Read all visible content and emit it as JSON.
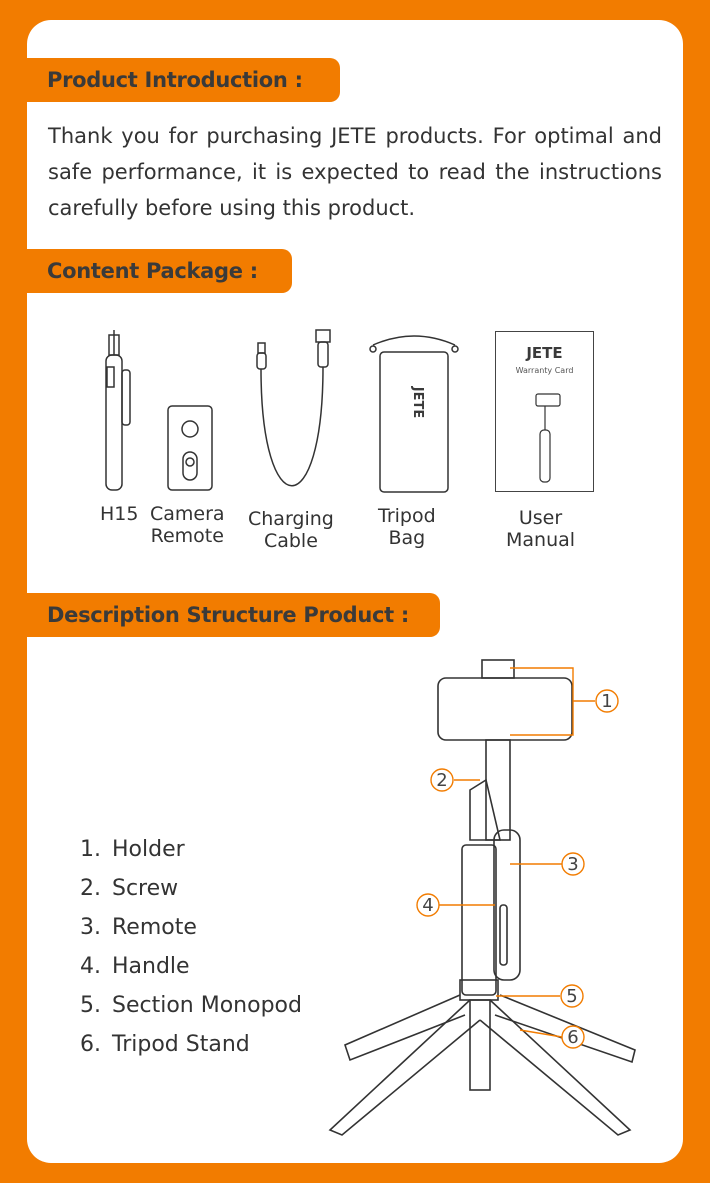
{
  "sections": {
    "intro_title": "Product Introduction :",
    "intro_text": "Thank you for purchasing JETE products. For optimal and safe performance, it is expected to read the instructions carefully before using this product.",
    "package_title": "Content Package :",
    "structure_title": "Description Structure Product :"
  },
  "package": [
    {
      "line1": "H15",
      "line2": ""
    },
    {
      "line1": "Camera",
      "line2": "Remote"
    },
    {
      "line1": "Charging",
      "line2": "Cable"
    },
    {
      "line1": "Tripod",
      "line2": "Bag"
    },
    {
      "line1": "User",
      "line2": "Manual"
    }
  ],
  "manual": {
    "brand": "JETE",
    "card": "Warranty Card"
  },
  "bag_brand": "JETE",
  "parts": [
    {
      "n": "1.",
      "label": "Holder"
    },
    {
      "n": "2.",
      "label": "Screw"
    },
    {
      "n": "3.",
      "label": "Remote"
    },
    {
      "n": "4.",
      "label": "Handle"
    },
    {
      "n": "5.",
      "label": "Section Monopod"
    },
    {
      "n": "6.",
      "label": "Tripod Stand"
    }
  ],
  "callouts": [
    "1",
    "2",
    "3",
    "4",
    "5",
    "6"
  ],
  "colors": {
    "accent": "#F27C00",
    "text": "#333333"
  }
}
